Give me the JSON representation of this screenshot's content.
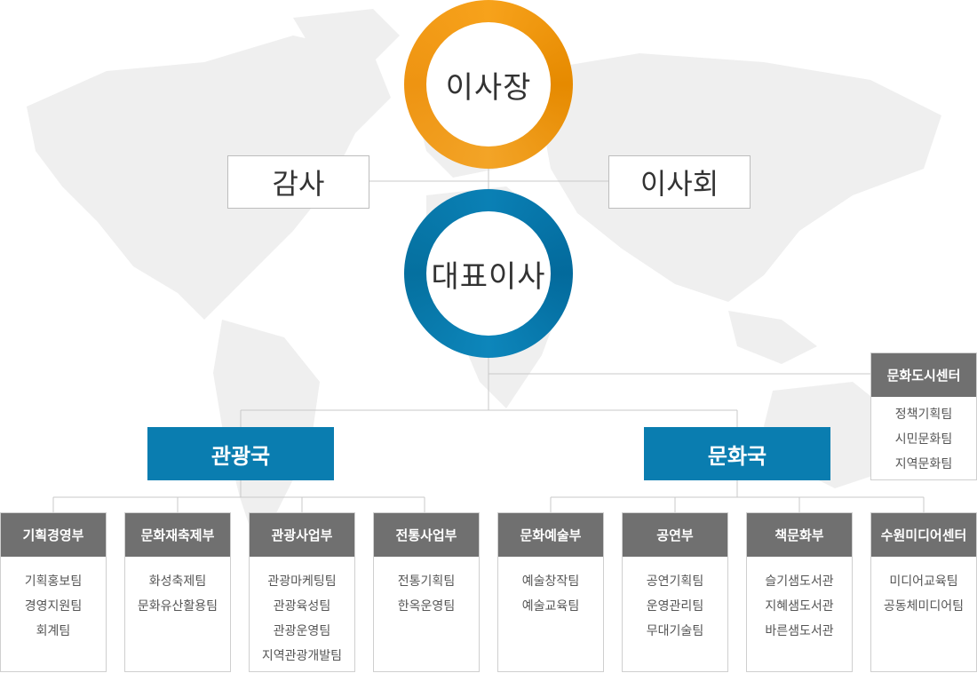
{
  "top": {
    "chairman": "이사장",
    "audit": "감사",
    "board": "이사회",
    "ceo": "대표이사"
  },
  "bureaus": {
    "tourism": "관광국",
    "culture": "문화국"
  },
  "center": {
    "name": "문화도시센터",
    "teams": [
      "정책기획팀",
      "시민문화팀",
      "지역문화팀"
    ]
  },
  "departments": [
    {
      "name": "기획경영부",
      "teams": [
        "기획홍보팀",
        "경영지원팀",
        "회계팀"
      ]
    },
    {
      "name": "문화재축제부",
      "teams": [
        "화성축제팀",
        "문화유산활용팀"
      ]
    },
    {
      "name": "관광사업부",
      "teams": [
        "관광마케팅팀",
        "관광육성팀",
        "관광운영팀",
        "지역관광개발팀"
      ]
    },
    {
      "name": "전통사업부",
      "teams": [
        "전통기획팀",
        "한옥운영팀"
      ]
    },
    {
      "name": "문화예술부",
      "teams": [
        "예술창작팀",
        "예술교육팀"
      ]
    },
    {
      "name": "공연부",
      "teams": [
        "공연기획팀",
        "운영관리팀",
        "무대기술팀"
      ]
    },
    {
      "name": "책문화부",
      "teams": [
        "슬기샘도서관",
        "지혜샘도서관",
        "바른샘도서관"
      ]
    },
    {
      "name": "수원미디어센터",
      "teams": [
        "미디어교육팀",
        "공동체미디어팀"
      ]
    }
  ],
  "colors": {
    "chairman_ring": "#f39a1a",
    "ceo_ring": "#0a7db0",
    "bureau": "#0a7db0",
    "dept_header": "#707070",
    "map": "#eeeeee",
    "connector": "#c8c8c8"
  }
}
